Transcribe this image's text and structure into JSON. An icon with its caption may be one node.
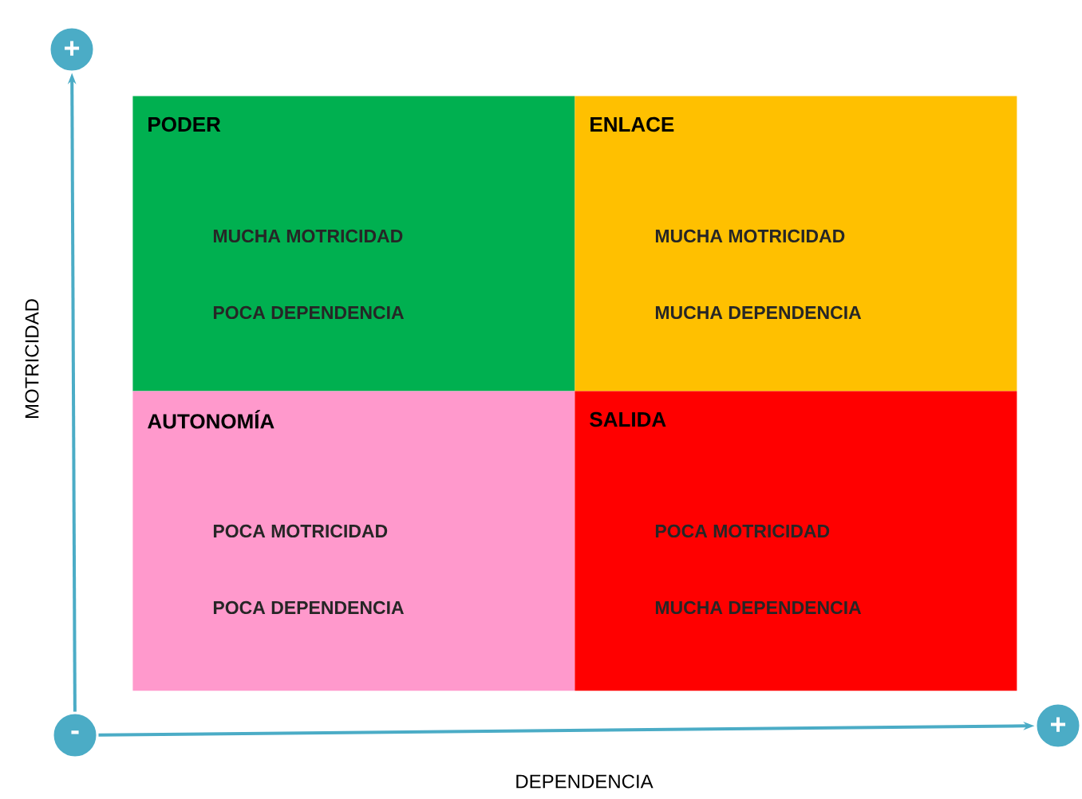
{
  "diagram": {
    "nodes": [
      {
        "text": [
          "PODER",
          "MUCHA MOTRICIDAD",
          "POCA DEPENDENCIA"
        ]
      },
      {
        "text": [
          "ENLACE",
          "MUCHA MOTRICIDAD",
          "MUCHA DEPENDENCIA"
        ]
      },
      {
        "text": [
          "AUTONOMÍA",
          "POCA MOTRICIDAD",
          "POCA DEPENDENCIA"
        ]
      },
      {
        "text": [
          "SALIDA",
          "POCA MOTRICIDAD",
          "MUCHA DEPENDENCIA"
        ]
      },
      {
        "text": [
          "+"
        ]
      },
      {
        "text": [
          "-"
        ]
      },
      {
        "text": [
          "+"
        ]
      }
    ],
    "edges": [
      {
        "from": 5,
        "to": 4,
        "arrow": "to"
      },
      {
        "from": 5,
        "to": 6,
        "arrow": "to"
      }
    ],
    "labels": [
      "MOTRICIDAD",
      "DEPENDENCIA"
    ]
  }
}
